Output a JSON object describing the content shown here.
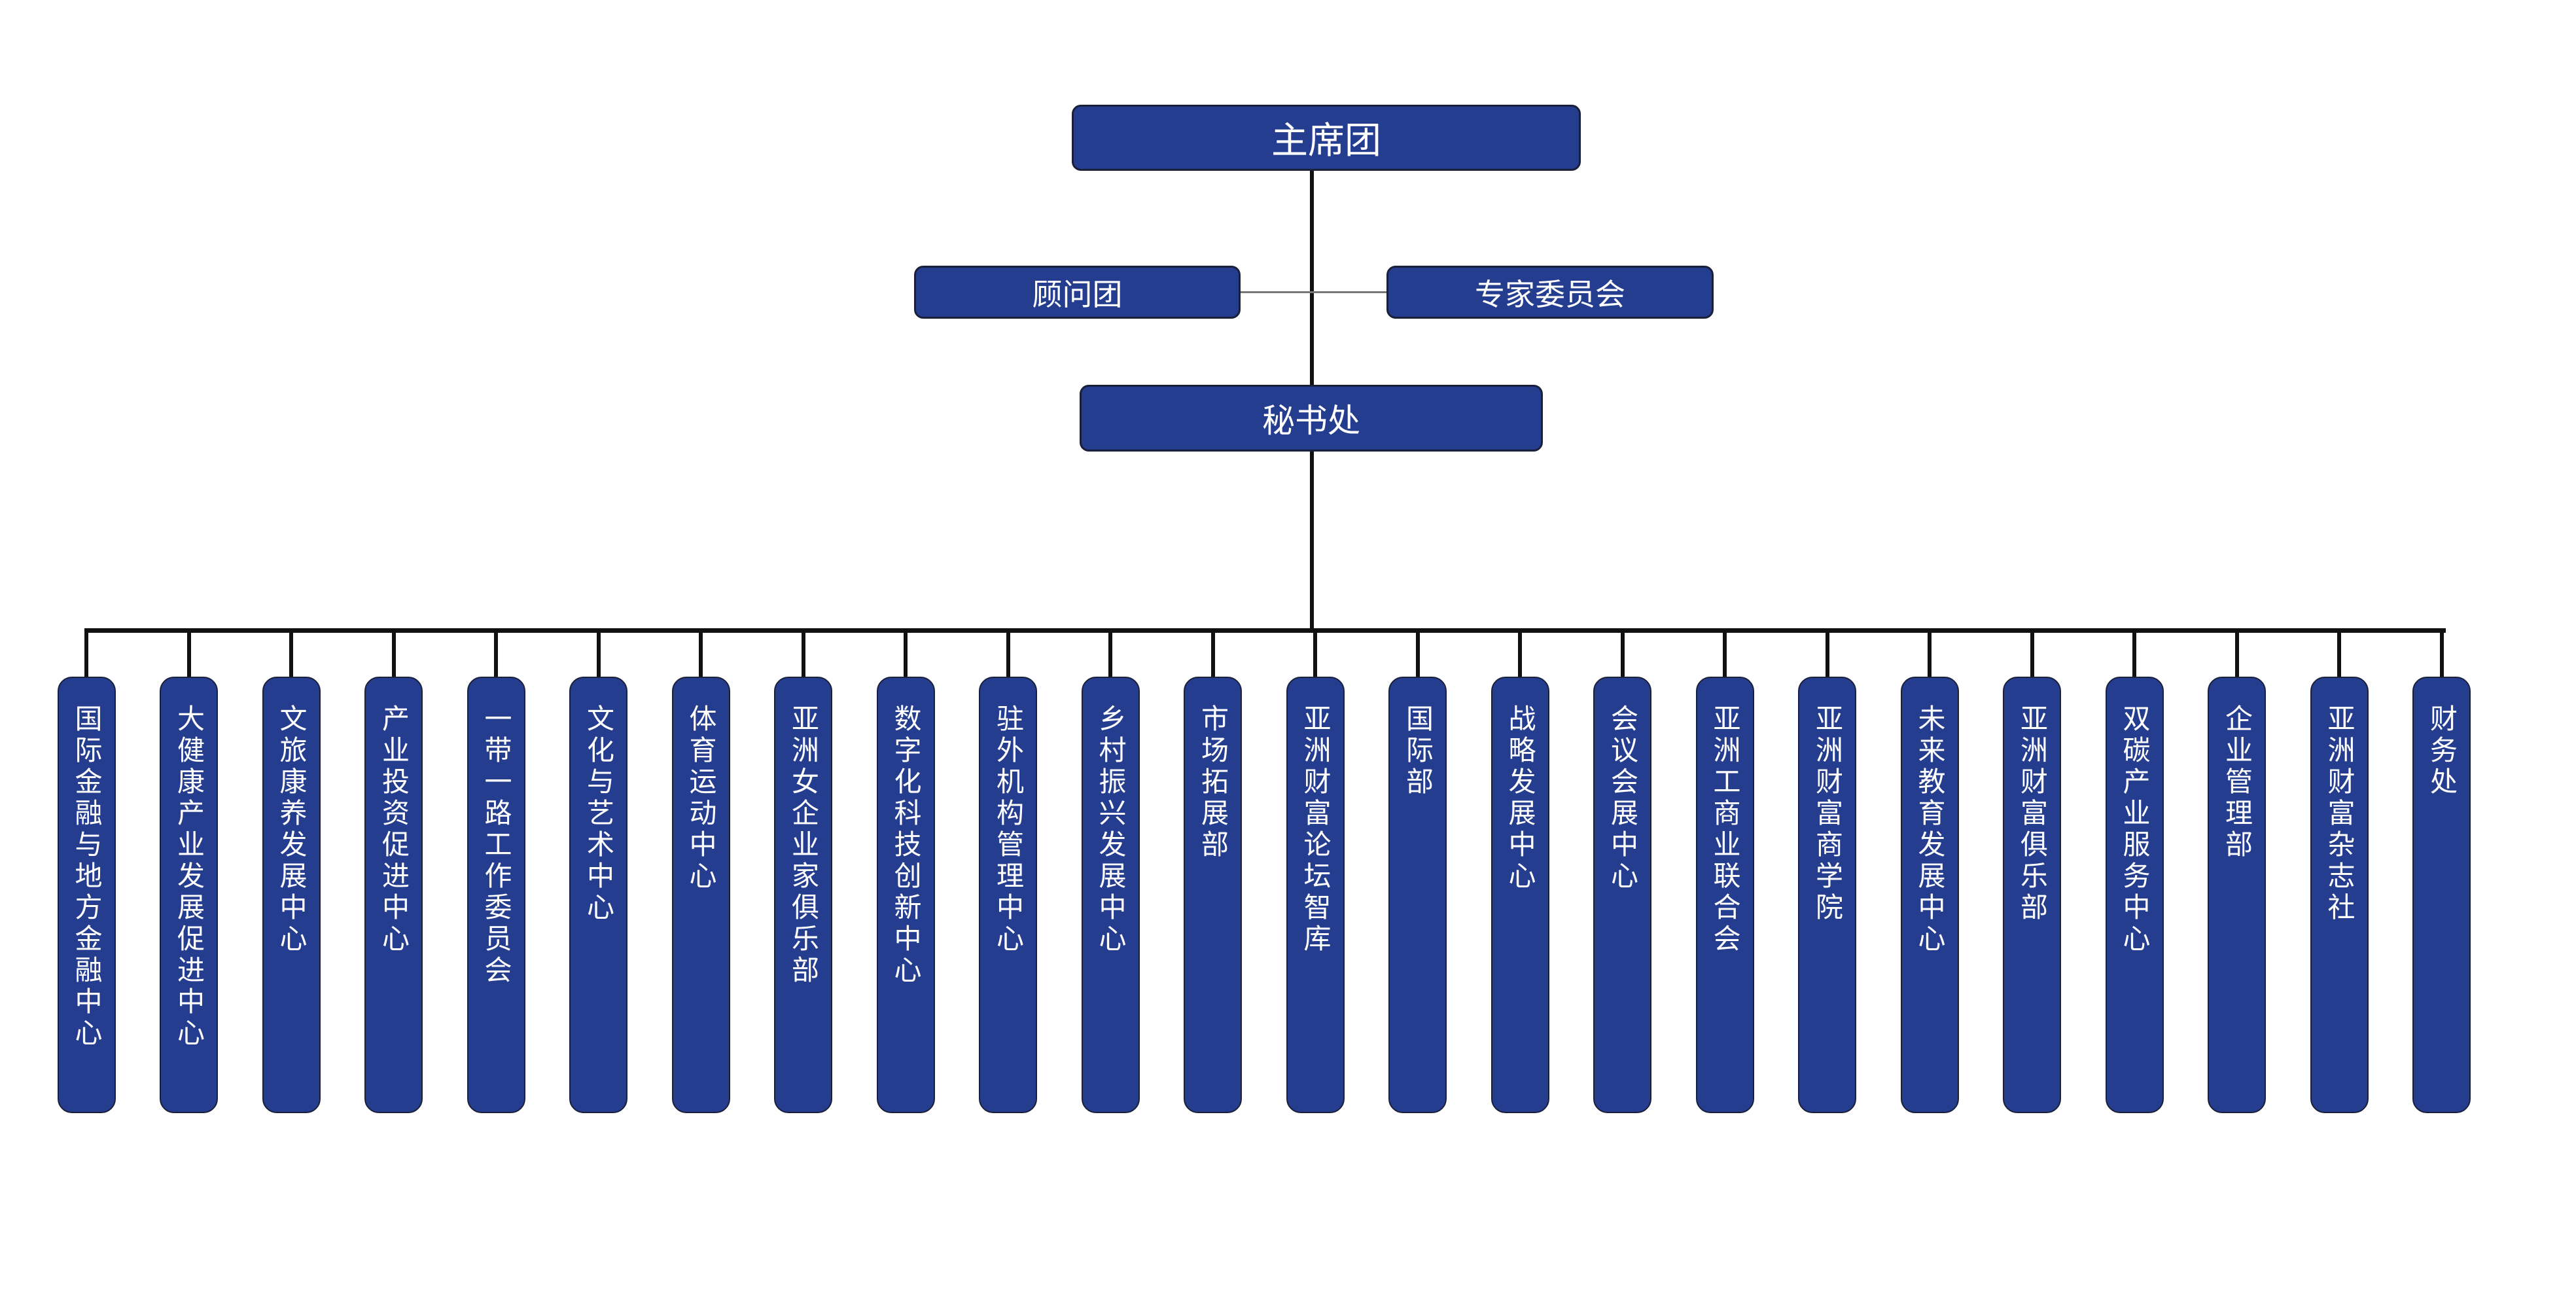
{
  "top": {
    "presidium": "主席团",
    "advisors": "顾问团",
    "experts": "专家委员会",
    "secretariat": "秘书处"
  },
  "departments": [
    "国际金融与地方金融中心",
    "大健康产业发展促进中心",
    "文旅康养发展中心",
    "产业投资促进中心",
    "一带一路工作委员会",
    "文化与艺术中心",
    "体育运动中心",
    "亚洲女企业家俱乐部",
    "数字化科技创新中心",
    "驻外机构管理中心",
    "乡村振兴发展中心",
    "市场拓展部",
    "亚洲财富论坛智库",
    "国际部",
    "战略发展中心",
    "会议会展中心",
    "亚洲工商业联合会",
    "亚洲财富商学院",
    "未来教育发展中心",
    "亚洲财富俱乐部",
    "双碳产业服务中心",
    "企业管理部",
    "亚洲财富杂志社",
    "财务处"
  ],
  "colors": {
    "box": "#243d8f",
    "line": "#111111"
  }
}
